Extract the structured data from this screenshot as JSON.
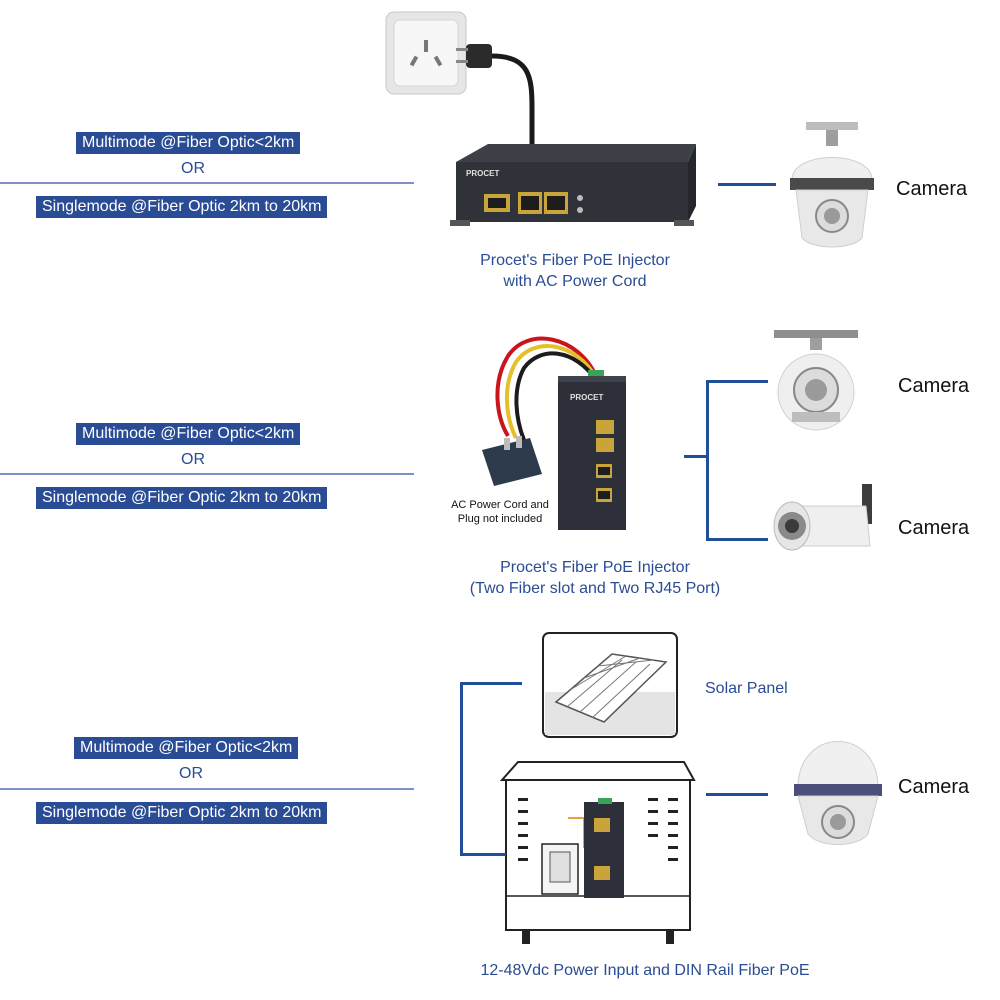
{
  "rows": [
    {
      "badge_multimode": "Multimode @Fiber Optic<2km",
      "or": "OR",
      "badge_singlemode": "Singlemode @Fiber Optic 2km to 20km",
      "caption_line1": "Procet's Fiber PoE Injector",
      "caption_line2": "with AC Power Cord",
      "cameras": [
        "Camera"
      ]
    },
    {
      "badge_multimode": "Multimode @Fiber Optic<2km",
      "or": "OR",
      "badge_singlemode": "Singlemode @Fiber Optic 2km to 20km",
      "caption_line1": "Procet's Fiber PoE Injector",
      "caption_line2": "(Two Fiber slot and Two RJ45 Port)",
      "note_line1": "AC Power Cord and",
      "note_line2": "Plug not included",
      "cameras": [
        "Camera",
        "Camera"
      ]
    },
    {
      "badge_multimode": "Multimode @Fiber Optic<2km",
      "or": "OR",
      "badge_singlemode": "Singlemode @Fiber Optic 2km to 20km",
      "solar_label": "Solar Panel",
      "caption": "12-48Vdc Power Input and DIN Rail Fiber PoE",
      "cameras": [
        "Camera"
      ]
    }
  ],
  "brand": "PROCET",
  "colors": {
    "badge": "#2a4c95",
    "line": "#1f4f99",
    "fiber_line": "#7b93c7"
  }
}
